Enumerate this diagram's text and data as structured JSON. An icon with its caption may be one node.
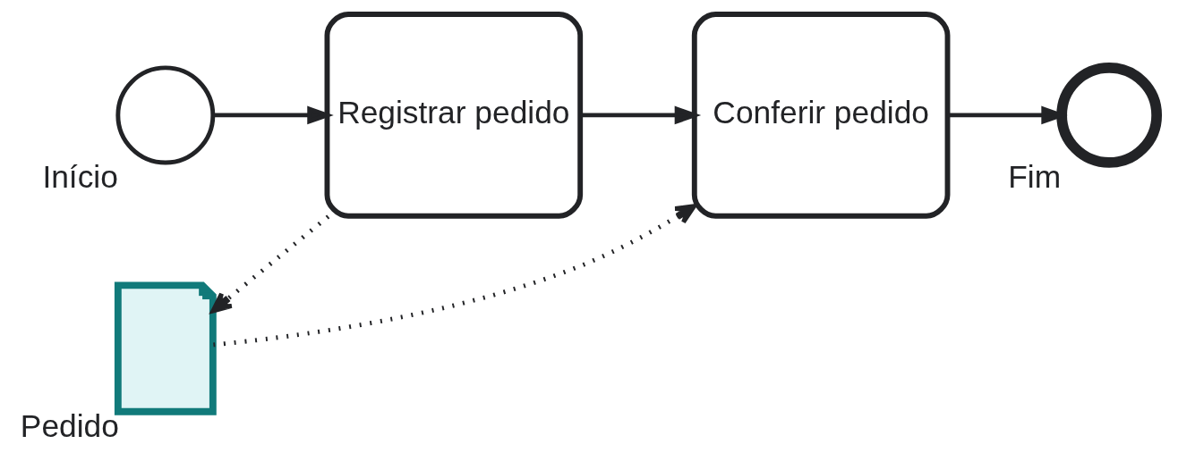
{
  "diagram": {
    "nodes": [
      {
        "text": [
          "Início"
        ]
      },
      {
        "text": [
          "Registrar pedido"
        ]
      },
      {
        "text": [
          "Pedido"
        ]
      },
      {
        "text": [
          "Conferir pedido"
        ]
      },
      {
        "text": [
          "Fim"
        ]
      }
    ],
    "edges": [
      {
        "from": 0,
        "to": 1,
        "arrow": "to"
      },
      {
        "from": 1,
        "to": 2,
        "arrow": "to",
        "style": "dashed"
      },
      {
        "from": 2,
        "to": 3,
        "arrow": "to",
        "style": "dashed"
      },
      {
        "from": 1,
        "to": 3,
        "arrow": "to"
      },
      {
        "from": 3,
        "to": 4,
        "arrow": "to"
      }
    ]
  }
}
